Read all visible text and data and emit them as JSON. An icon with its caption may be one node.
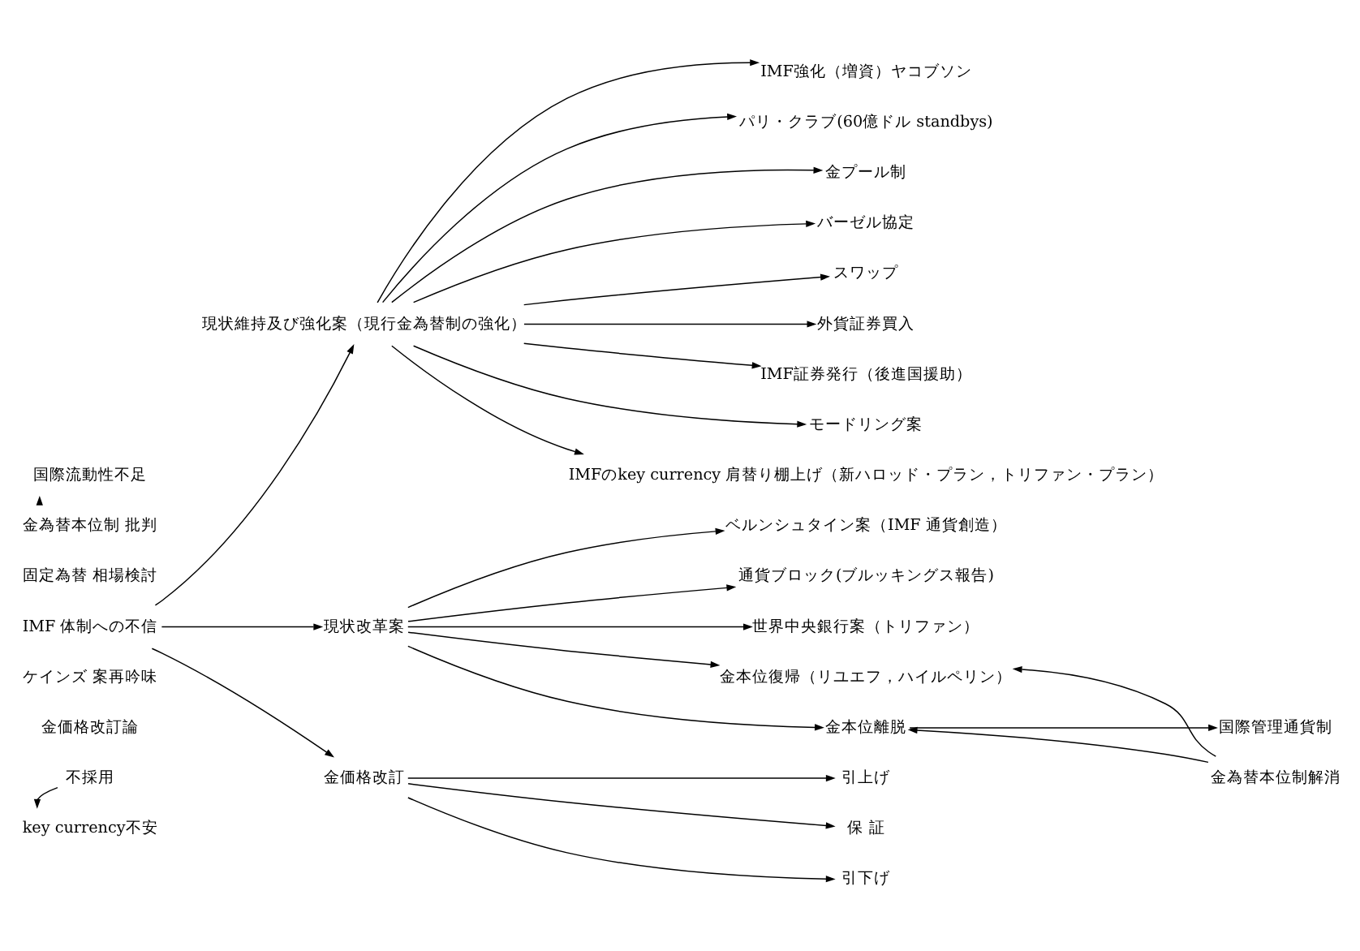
{
  "diagram": {
    "nodes": [
      {
        "text": [
          "国際流動性不足"
        ]
      },
      {
        "text": [
          "金為替本位制 批判"
        ]
      },
      {
        "text": [
          "固定為替 相場検討"
        ]
      },
      {
        "text": [
          "IMF 体制への不信"
        ]
      },
      {
        "text": [
          "ケインズ 案再吟味"
        ]
      },
      {
        "text": [
          "金価格改訂論"
        ]
      },
      {
        "text": [
          "不採用"
        ]
      },
      {
        "text": [
          "key currency不安"
        ]
      },
      {
        "text": [
          "現状維持及び強化案（現行金為替制の強化）"
        ]
      },
      {
        "text": [
          "IMF強化（増資）ヤコブソン"
        ]
      },
      {
        "text": [
          "パリ・クラブ(60億ドル standbys)"
        ]
      },
      {
        "text": [
          "金プール制"
        ]
      },
      {
        "text": [
          "バーゼル協定"
        ]
      },
      {
        "text": [
          "スワップ"
        ]
      },
      {
        "text": [
          "外貨証券買入"
        ]
      },
      {
        "text": [
          "IMF証券発行（後進国援助）"
        ]
      },
      {
        "text": [
          "モードリング案"
        ]
      },
      {
        "text": [
          "IMFのkey currency 肩替り棚上げ（新ハロッド・プラン，トリファン・プラン）"
        ]
      },
      {
        "text": [
          "現状改革案"
        ]
      },
      {
        "text": [
          "ベルンシュタイン案（IMF 通貨創造）"
        ]
      },
      {
        "text": [
          "通貨ブロック(ブルッキングス報告)"
        ]
      },
      {
        "text": [
          "世界中央銀行案（トリファン）"
        ]
      },
      {
        "text": [
          "金本位復帰（リユエフ，ハイルペリン）"
        ]
      },
      {
        "text": [
          "金本位離脱"
        ]
      },
      {
        "text": [
          "国際管理通貨制"
        ]
      },
      {
        "text": [
          "金価格改訂"
        ]
      },
      {
        "text": [
          "引上げ"
        ]
      },
      {
        "text": [
          "保 証"
        ]
      },
      {
        "text": [
          "引下げ"
        ]
      },
      {
        "text": [
          "金為替本位制解消"
        ]
      }
    ],
    "edges": [
      {
        "from": 1,
        "to": 0,
        "arrow": "to"
      },
      {
        "from": 6,
        "to": 7,
        "arrow": "to"
      },
      {
        "from": 3,
        "to": 8,
        "arrow": "to"
      },
      {
        "from": 3,
        "to": 18,
        "arrow": "to"
      },
      {
        "from": 3,
        "to": 25,
        "arrow": "to"
      },
      {
        "from": 8,
        "to": 9,
        "arrow": "to"
      },
      {
        "from": 8,
        "to": 10,
        "arrow": "to"
      },
      {
        "from": 8,
        "to": 11,
        "arrow": "to"
      },
      {
        "from": 8,
        "to": 12,
        "arrow": "to"
      },
      {
        "from": 8,
        "to": 13,
        "arrow": "to"
      },
      {
        "from": 8,
        "to": 14,
        "arrow": "to"
      },
      {
        "from": 8,
        "to": 15,
        "arrow": "to"
      },
      {
        "from": 8,
        "to": 16,
        "arrow": "to"
      },
      {
        "from": 8,
        "to": 17,
        "arrow": "to"
      },
      {
        "from": 18,
        "to": 19,
        "arrow": "to"
      },
      {
        "from": 18,
        "to": 20,
        "arrow": "to"
      },
      {
        "from": 18,
        "to": 21,
        "arrow": "to"
      },
      {
        "from": 18,
        "to": 22,
        "arrow": "to"
      },
      {
        "from": 18,
        "to": 23,
        "arrow": "to"
      },
      {
        "from": 23,
        "to": 24,
        "arrow": "to"
      },
      {
        "from": 29,
        "to": 22,
        "arrow": "to"
      },
      {
        "from": 29,
        "to": 23,
        "arrow": "to"
      },
      {
        "from": 25,
        "to": 26,
        "arrow": "to"
      },
      {
        "from": 25,
        "to": 27,
        "arrow": "to"
      },
      {
        "from": 25,
        "to": 28,
        "arrow": "to"
      }
    ]
  }
}
